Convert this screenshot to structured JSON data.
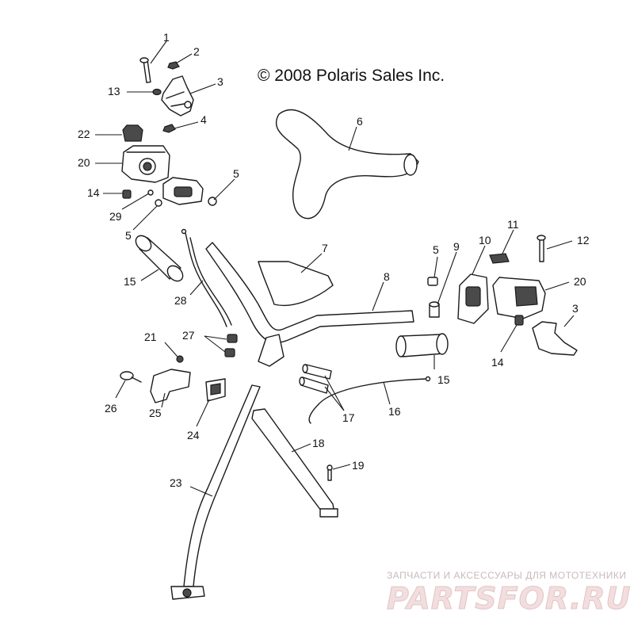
{
  "copyright": "© 2008 Polaris Sales Inc.",
  "watermark": {
    "tagline": "ЗАПЧАСТИ И АКСЕССУАРЫ ДЛЯ МОТОТЕХНИКИ",
    "brand": "PARTSFOR.RU"
  },
  "callouts": [
    {
      "id": "c1",
      "label": "1"
    },
    {
      "id": "c2",
      "label": "2"
    },
    {
      "id": "c3a",
      "label": "3"
    },
    {
      "id": "c13",
      "label": "13"
    },
    {
      "id": "c4",
      "label": "4"
    },
    {
      "id": "c22",
      "label": "22"
    },
    {
      "id": "c20a",
      "label": "20"
    },
    {
      "id": "c5a",
      "label": "5"
    },
    {
      "id": "c14a",
      "label": "14"
    },
    {
      "id": "c29",
      "label": "29"
    },
    {
      "id": "c5b",
      "label": "5"
    },
    {
      "id": "c6",
      "label": "6"
    },
    {
      "id": "c15a",
      "label": "15"
    },
    {
      "id": "c28",
      "label": "28"
    },
    {
      "id": "c7",
      "label": "7"
    },
    {
      "id": "c8",
      "label": "8"
    },
    {
      "id": "c5c",
      "label": "5"
    },
    {
      "id": "c9",
      "label": "9"
    },
    {
      "id": "c10",
      "label": "10"
    },
    {
      "id": "c11",
      "label": "11"
    },
    {
      "id": "c12",
      "label": "12"
    },
    {
      "id": "c20b",
      "label": "20"
    },
    {
      "id": "c3b",
      "label": "3"
    },
    {
      "id": "c14b",
      "label": "14"
    },
    {
      "id": "c15b",
      "label": "15"
    },
    {
      "id": "c21",
      "label": "21"
    },
    {
      "id": "c27",
      "label": "27"
    },
    {
      "id": "c26",
      "label": "26"
    },
    {
      "id": "c25",
      "label": "25"
    },
    {
      "id": "c24",
      "label": "24"
    },
    {
      "id": "c17",
      "label": "17"
    },
    {
      "id": "c16",
      "label": "16"
    },
    {
      "id": "c18",
      "label": "18"
    },
    {
      "id": "c19",
      "label": "19"
    },
    {
      "id": "c23",
      "label": "23"
    }
  ]
}
